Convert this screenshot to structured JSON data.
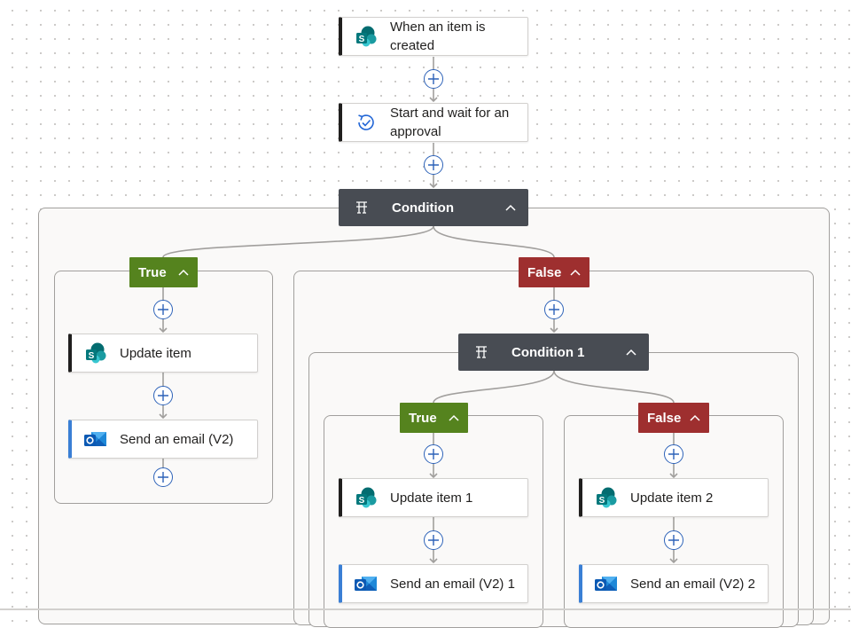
{
  "trigger": {
    "label": "When an item is created",
    "icon": "sharepoint-icon"
  },
  "approval": {
    "label": "Start and wait for an approval",
    "icon": "approval-icon"
  },
  "condition": {
    "label": "Condition",
    "true_branch": {
      "label": "True",
      "actions": [
        {
          "label": "Update item",
          "icon": "sharepoint-icon"
        },
        {
          "label": "Send an email (V2)",
          "icon": "outlook-icon"
        }
      ]
    },
    "false_branch": {
      "label": "False",
      "condition": {
        "label": "Condition 1",
        "true_branch": {
          "label": "True",
          "actions": [
            {
              "label": "Update item 1",
              "icon": "sharepoint-icon"
            },
            {
              "label": "Send an email (V2) 1",
              "icon": "outlook-icon"
            }
          ]
        },
        "false_branch": {
          "label": "False",
          "actions": [
            {
              "label": "Update item 2",
              "icon": "sharepoint-icon"
            },
            {
              "label": "Send an email (V2) 2",
              "icon": "outlook-icon"
            }
          ]
        }
      }
    }
  },
  "colors": {
    "true_branch": "#55831e",
    "false_branch": "#9e2f2f",
    "condition_header": "#484c53",
    "add_button": "#2d62b8",
    "connector": "#a19f9d"
  }
}
